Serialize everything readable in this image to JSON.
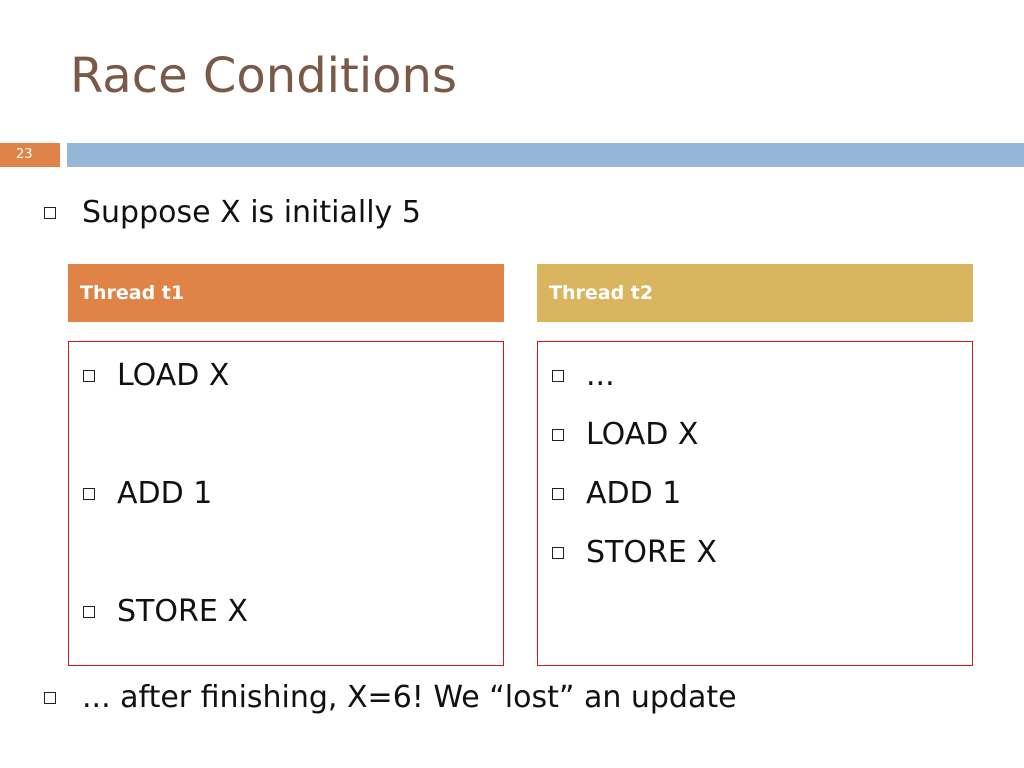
{
  "slide": {
    "title": "Race Conditions",
    "page_number": "23",
    "bullets": [
      "Suppose X is initially 5",
      "... after finishing, X=6!  We “lost” an update"
    ]
  },
  "threads": [
    {
      "header": "Thread t1",
      "steps": [
        "LOAD X",
        "ADD 1",
        "STORE X"
      ]
    },
    {
      "header": "Thread t2",
      "steps": [
        "...",
        "LOAD X",
        "ADD 1",
        "STORE X"
      ]
    }
  ],
  "colors": {
    "title": "#7a5a47",
    "accent_orange": "#df8346",
    "accent_gold": "#d8b55e",
    "title_bar_blue": "#95b7d7",
    "box_border_red": "#d01a1a"
  }
}
